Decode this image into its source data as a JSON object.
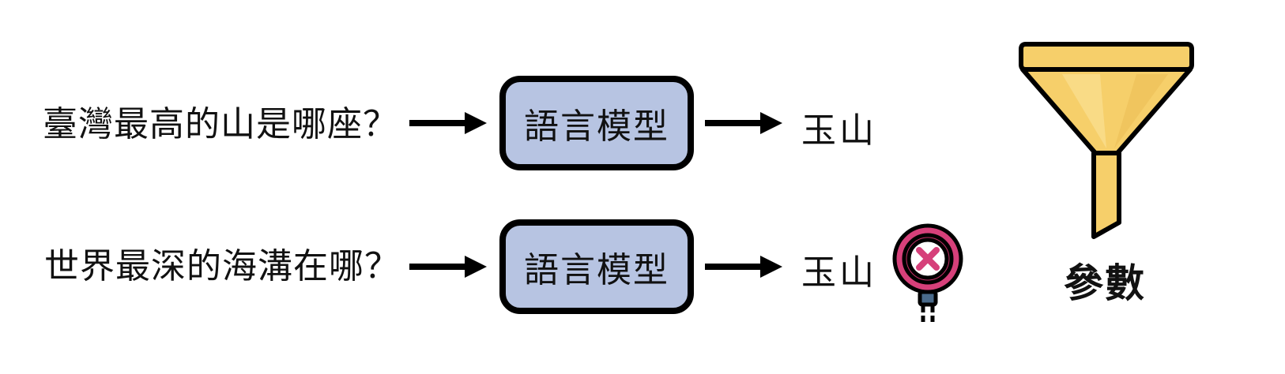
{
  "rows": [
    {
      "question": "臺灣最高的山是哪座？",
      "model_label": "語言模型",
      "answer": "玉山"
    },
    {
      "question": "世界最深的海溝在哪？",
      "model_label": "語言模型",
      "answer": "玉山"
    }
  ],
  "parameters": {
    "label": "參數",
    "icon": "funnel-icon"
  },
  "wrong_marker": {
    "icon": "wrong-sign-icon"
  },
  "colors": {
    "model_box_fill": "#b7c4e2",
    "funnel_fill": "#f6cf6a",
    "wrong_sign_fill": "#d6407a"
  }
}
